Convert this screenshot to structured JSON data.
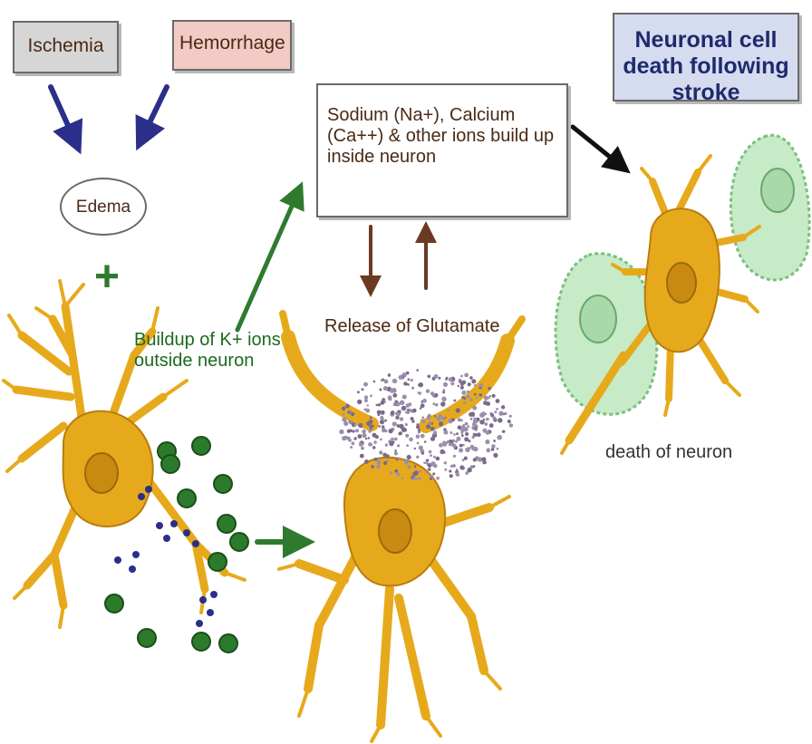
{
  "diagram": {
    "ischemia": "Ischemia",
    "hemorrhage": "Hemorrhage",
    "edema": "Edema",
    "plus_sign": "+",
    "potassium_buildup": "Buildup of K+ ions outside neuron",
    "ions_buildup": "Sodium (Na+), Calcium (Ca++) & other ions build up inside neuron",
    "glutamate_release": "Release of Glutamate",
    "neuronal_death_title": "Neuronal cell death following stroke",
    "death_of_neuron": "death of neuron"
  },
  "colors": {
    "neuron_fill": "#e7a91c",
    "neuron_stroke": "#b97d0c",
    "nucleus": "#c98a12",
    "glia_fill": "#c6ebc6",
    "glia_stroke": "#7cbf80",
    "potassium_ion": "#2c7a2c",
    "small_ion": "#2b2f8a",
    "green_arrow": "#2f7a2f",
    "blue_arrow": "#2b2f8a",
    "brown_arrow": "#6b3a22",
    "black_arrow": "#111111"
  }
}
